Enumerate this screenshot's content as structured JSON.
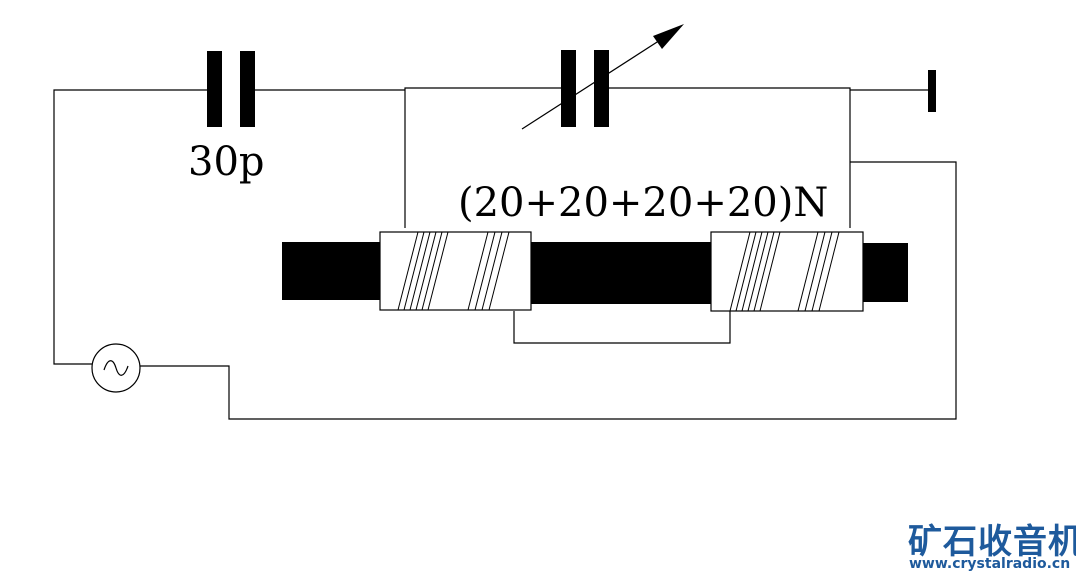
{
  "diagram": {
    "fixed_capacitor_label": "30p",
    "coil_label": "(20+20+20+20)N"
  },
  "watermark": {
    "brand": "矿石收音机",
    "url": "www.crystalradio.cn",
    "color": "#1e5a9c"
  }
}
